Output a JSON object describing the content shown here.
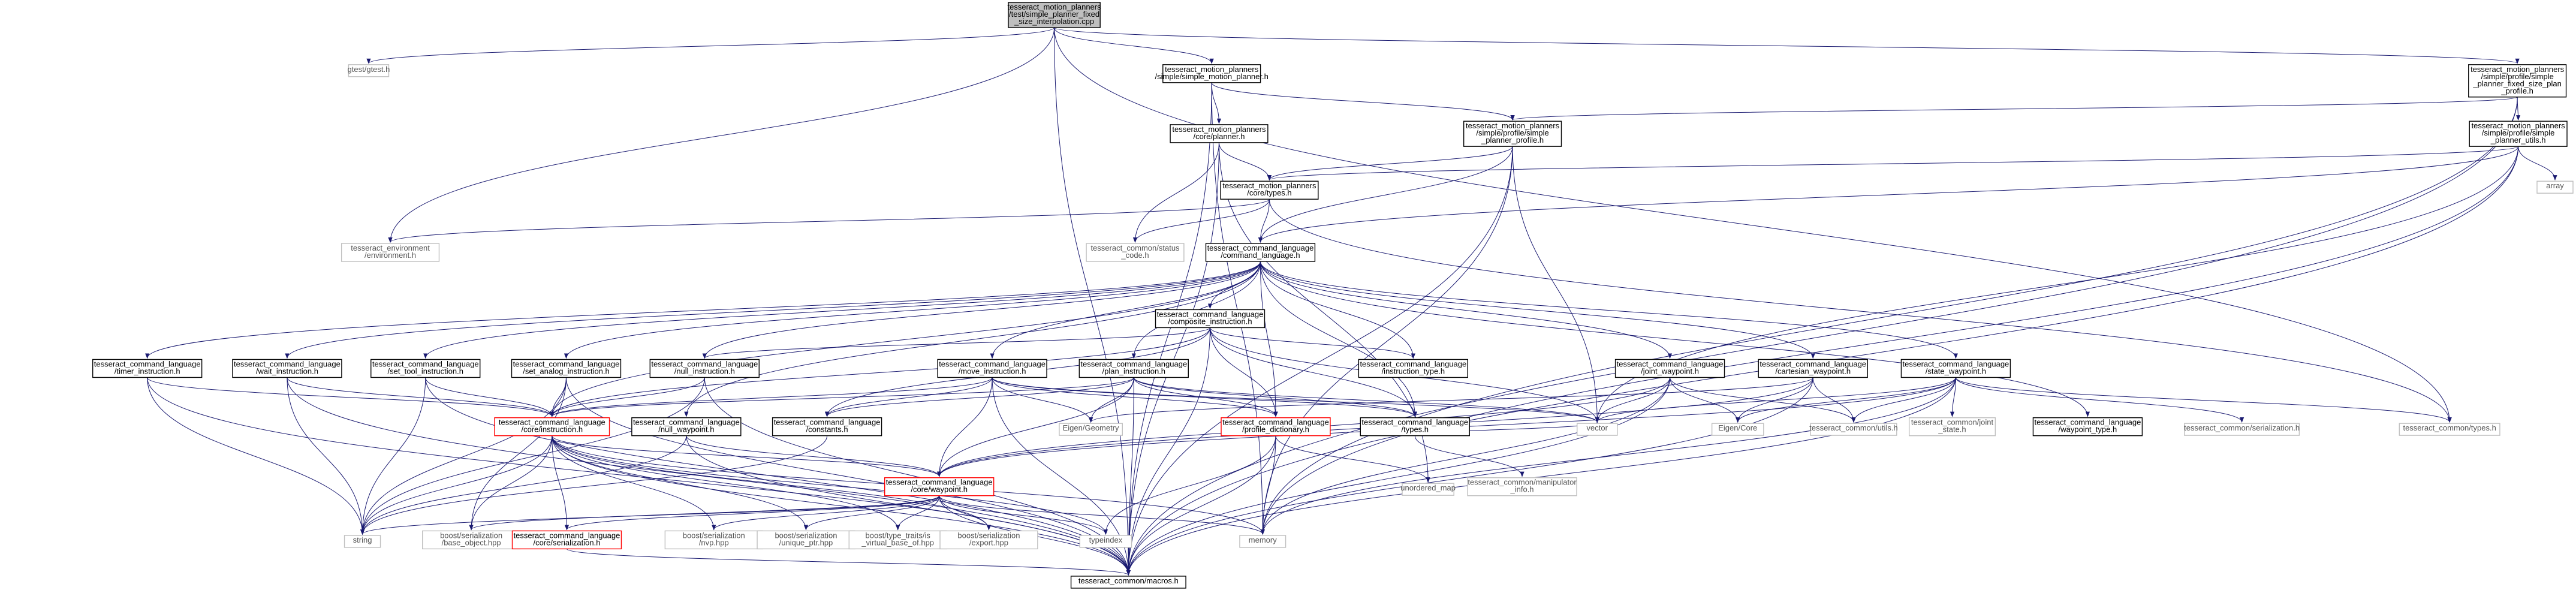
{
  "colors": {
    "edge": "#191970",
    "root_fill": "#bfbfbf",
    "normal_border": "#000000",
    "external_border": "#bfbfbf",
    "highlight_border": "#ff0000",
    "text": "#000000"
  },
  "nodes": [
    {
      "id": "root",
      "kind": "root",
      "lines": [
        "tesseract_motion_planners",
        "/test/simple_planner_fixed",
        "_size_interpolation.cpp"
      ]
    },
    {
      "id": "gtest",
      "kind": "external",
      "lines": [
        "gtest/gtest.h"
      ]
    },
    {
      "id": "smp",
      "kind": "normal",
      "lines": [
        "tesseract_motion_planners",
        "/simple/simple_motion_planner.h"
      ]
    },
    {
      "id": "fsip",
      "kind": "normal",
      "lines": [
        "tesseract_motion_planners",
        "/simple/profile/simple",
        "_planner_fixed_size_plan",
        "_profile.h"
      ]
    },
    {
      "id": "corep",
      "kind": "normal",
      "lines": [
        "tesseract_motion_planners",
        "/core/planner.h"
      ]
    },
    {
      "id": "spp",
      "kind": "normal",
      "lines": [
        "tesseract_motion_planners",
        "/simple/profile/simple",
        "_planner_profile.h"
      ]
    },
    {
      "id": "spu",
      "kind": "normal",
      "lines": [
        "tesseract_motion_planners",
        "/simple/profile/simple",
        "_planner_utils.h"
      ]
    },
    {
      "id": "coretypes",
      "kind": "normal",
      "lines": [
        "tesseract_motion_planners",
        "/core/types.h"
      ]
    },
    {
      "id": "array",
      "kind": "external",
      "lines": [
        "array"
      ]
    },
    {
      "id": "env",
      "kind": "external",
      "lines": [
        "tesseract_environment",
        "/environment.h"
      ]
    },
    {
      "id": "status",
      "kind": "external",
      "lines": [
        "tesseract_common/status",
        "_code.h"
      ]
    },
    {
      "id": "cmdlang",
      "kind": "normal",
      "lines": [
        "tesseract_command_language",
        "/command_language.h"
      ]
    },
    {
      "id": "composite",
      "kind": "normal",
      "lines": [
        "tesseract_command_language",
        "/composite_instruction.h"
      ]
    },
    {
      "id": "timer",
      "kind": "normal",
      "lines": [
        "tesseract_command_language",
        "/timer_instruction.h"
      ]
    },
    {
      "id": "wait",
      "kind": "normal",
      "lines": [
        "tesseract_command_language",
        "/wait_instruction.h"
      ]
    },
    {
      "id": "settool",
      "kind": "normal",
      "lines": [
        "tesseract_command_language",
        "/set_tool_instruction.h"
      ]
    },
    {
      "id": "setanalog",
      "kind": "normal",
      "lines": [
        "tesseract_command_language",
        "/set_analog_instruction.h"
      ]
    },
    {
      "id": "nullinstr",
      "kind": "normal",
      "lines": [
        "tesseract_command_language",
        "/null_instruction.h"
      ]
    },
    {
      "id": "move",
      "kind": "normal",
      "lines": [
        "tesseract_command_language",
        "/move_instruction.h"
      ]
    },
    {
      "id": "plan",
      "kind": "normal",
      "lines": [
        "tesseract_command_language",
        "/plan_instruction.h"
      ]
    },
    {
      "id": "instrtype",
      "kind": "normal",
      "lines": [
        "tesseract_command_language",
        "/instruction_type.h"
      ]
    },
    {
      "id": "joint",
      "kind": "normal",
      "lines": [
        "tesseract_command_language",
        "/joint_waypoint.h"
      ]
    },
    {
      "id": "cartesian",
      "kind": "normal",
      "lines": [
        "tesseract_command_language",
        "/cartesian_waypoint.h"
      ]
    },
    {
      "id": "state",
      "kind": "normal",
      "lines": [
        "tesseract_command_language",
        "/state_waypoint.h"
      ]
    },
    {
      "id": "coreinstr",
      "kind": "highlight",
      "lines": [
        "tesseract_command_language",
        "/core/instruction.h"
      ]
    },
    {
      "id": "nullwp",
      "kind": "normal",
      "lines": [
        "tesseract_command_language",
        "/null_waypoint.h"
      ]
    },
    {
      "id": "constants",
      "kind": "normal",
      "lines": [
        "tesseract_command_language",
        "/constants.h"
      ]
    },
    {
      "id": "eigengeom",
      "kind": "external",
      "lines": [
        "Eigen/Geometry"
      ]
    },
    {
      "id": "profdict",
      "kind": "highlight",
      "lines": [
        "tesseract_command_language",
        "/profile_dictionary.h"
      ]
    },
    {
      "id": "cltypes",
      "kind": "normal",
      "lines": [
        "tesseract_command_language",
        "/types.h"
      ]
    },
    {
      "id": "vector",
      "kind": "external",
      "lines": [
        "vector"
      ]
    },
    {
      "id": "eigencore",
      "kind": "external",
      "lines": [
        "Eigen/Core"
      ]
    },
    {
      "id": "utils",
      "kind": "external",
      "lines": [
        "tesseract_common/utils.h"
      ]
    },
    {
      "id": "jointstate",
      "kind": "external",
      "lines": [
        "tesseract_common/joint",
        "_state.h"
      ]
    },
    {
      "id": "wptype",
      "kind": "normal",
      "lines": [
        "tesseract_command_language",
        "/waypoint_type.h"
      ]
    },
    {
      "id": "serialization",
      "kind": "external",
      "lines": [
        "tesseract_common/serialization.h"
      ]
    },
    {
      "id": "ctypes",
      "kind": "external",
      "lines": [
        "tesseract_common/types.h"
      ]
    },
    {
      "id": "corewp",
      "kind": "highlight",
      "lines": [
        "tesseract_command_language",
        "/core/waypoint.h"
      ]
    },
    {
      "id": "unordered",
      "kind": "external",
      "lines": [
        "unordered_map"
      ]
    },
    {
      "id": "manip",
      "kind": "external",
      "lines": [
        "tesseract_common/manipulator",
        "_info.h"
      ]
    },
    {
      "id": "string",
      "kind": "external",
      "lines": [
        "string"
      ]
    },
    {
      "id": "baseobj",
      "kind": "external",
      "lines": [
        "boost/serialization",
        "/base_object.hpp"
      ]
    },
    {
      "id": "coreser",
      "kind": "highlight",
      "lines": [
        "tesseract_command_language",
        "/core/serialization.h"
      ]
    },
    {
      "id": "nvp",
      "kind": "external",
      "lines": [
        "boost/serialization",
        "/nvp.hpp"
      ]
    },
    {
      "id": "uniqueptr",
      "kind": "external",
      "lines": [
        "boost/serialization",
        "/unique_ptr.hpp"
      ]
    },
    {
      "id": "virtualbase",
      "kind": "external",
      "lines": [
        "boost/type_traits/is",
        "_virtual_base_of.hpp"
      ]
    },
    {
      "id": "export",
      "kind": "external",
      "lines": [
        "boost/serialization",
        "/export.hpp"
      ]
    },
    {
      "id": "typeindex",
      "kind": "external",
      "lines": [
        "typeindex"
      ]
    },
    {
      "id": "memory",
      "kind": "external",
      "lines": [
        "memory"
      ]
    },
    {
      "id": "macros",
      "kind": "normal",
      "lines": [
        "tesseract_common/macros.h"
      ]
    }
  ]
}
